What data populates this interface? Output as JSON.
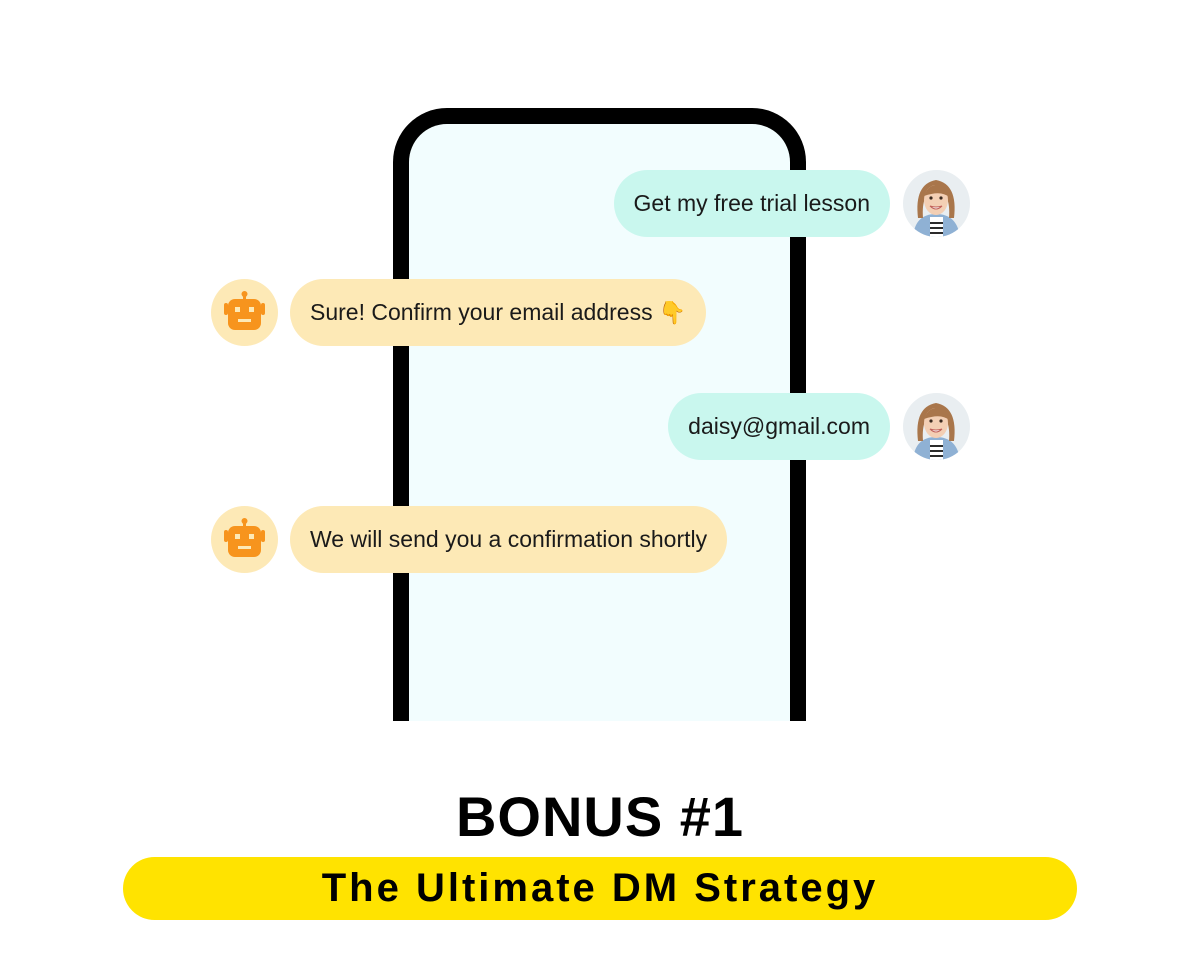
{
  "chat": {
    "messages": [
      {
        "sender": "user",
        "text": "Get my free trial lesson",
        "avatar": "user-avatar"
      },
      {
        "sender": "bot",
        "text": "Sure! Confirm your email address",
        "emoji": "👇",
        "avatar": "robot-icon"
      },
      {
        "sender": "user",
        "text": "daisy@gmail.com",
        "avatar": "user-avatar"
      },
      {
        "sender": "bot",
        "text": "We will send you a confirmation shortly",
        "avatar": "robot-icon"
      }
    ]
  },
  "headline": {
    "title": "BONUS #1",
    "subtitle": "The Ultimate DM Strategy"
  },
  "colors": {
    "user_bubble": "#c9f7ee",
    "bot_bubble": "#fde9b6",
    "robot": "#f7941d",
    "highlight": "#ffe300",
    "phone_frame": "#000000",
    "phone_screen": "#f2fdfe"
  }
}
